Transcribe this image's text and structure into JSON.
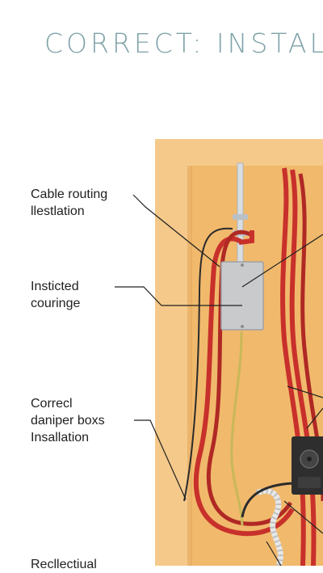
{
  "title": "CORRECT: INSTAL",
  "labels": {
    "cable_routing": "Cable routing\nllestlation",
    "insticted_couringe": "Insticted\ncouringe",
    "correcl_daniper": "Correcl\ndaniper boxs\nInsallation",
    "recllectiual": "Recllectiual"
  },
  "colors": {
    "title": "#7fa3a8",
    "board_outer": "#f5c98a",
    "board_inner": "#f0b96c",
    "cable_red": "#c8312b",
    "cable_dark": "#8f1c18",
    "junction_box": "#c9cacc",
    "conduit": "#d8dde2",
    "outlet_plate": "#2e2e2e"
  },
  "icons": [
    "junction-box-icon",
    "outlet-icon",
    "conduit-pipe-icon",
    "coiled-cable-icon"
  ]
}
